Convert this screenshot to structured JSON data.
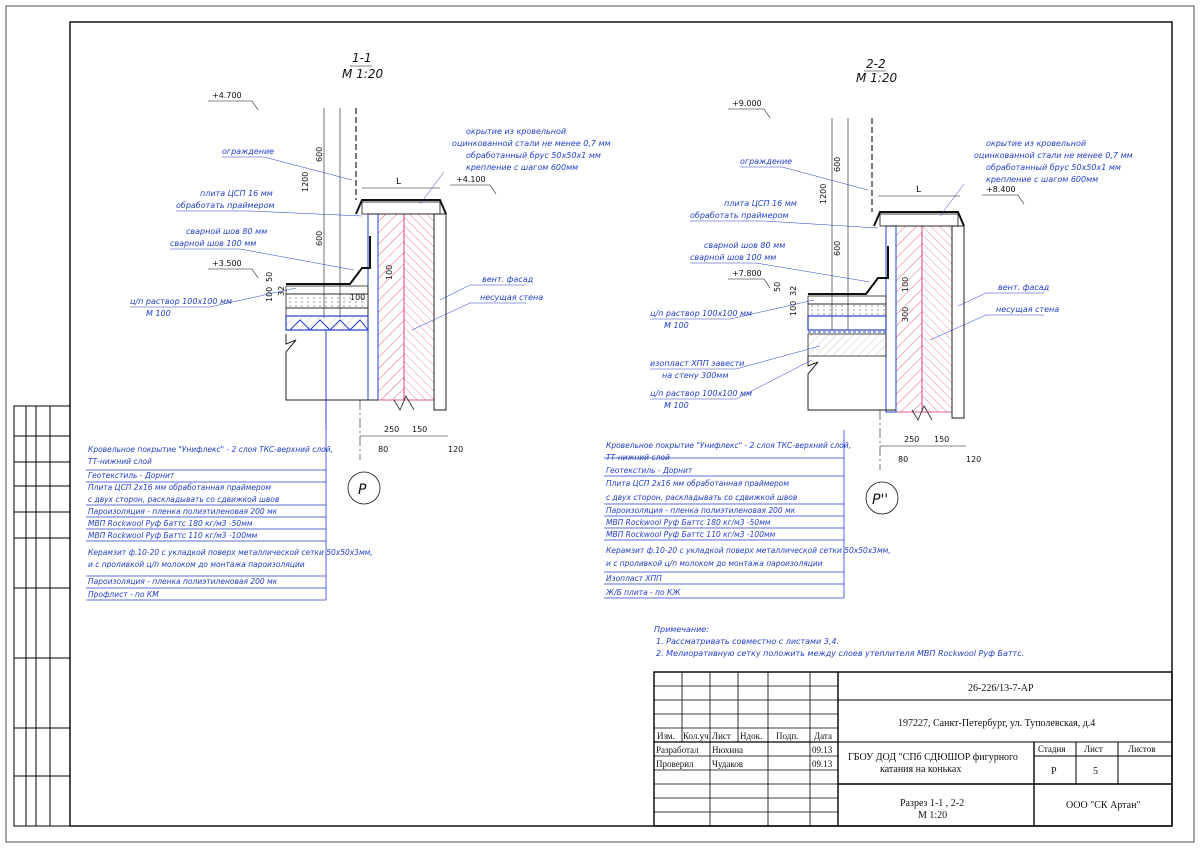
{
  "section1": {
    "title": "1-1",
    "scale": "М  1:20",
    "level_top": "+4.700",
    "level_parapet": "+4.100",
    "level_roof": "+3.500",
    "dims_vertical": [
      "600",
      "1200",
      "600",
      "50",
      "100",
      "32",
      "100"
    ],
    "dims_bottom": [
      "250",
      "150",
      "80",
      "120"
    ],
    "dim_L": "L",
    "dim_100": "100",
    "axis": "Р",
    "left_callouts": [
      "ограждение",
      "плита ЦСП 16 мм",
      "обработать праймером",
      "сварной шов 80 мм",
      "сварной шов 100 мм",
      "ц/п раствор 100х100 мм",
      "М 100"
    ],
    "right_callouts": [
      "окрытие из кровельной",
      "оцинкованной стали не менее 0,7 мм",
      "обработанный брус 50х50х1 мм",
      "крепление с шагом 600мм",
      "вент. фасад",
      "несущая стена"
    ],
    "layers": [
      "Кровельное покрытие \"Унифлекс\" - 2 слоя ТКС-верхний слой,",
      "ТТ-нижний слой",
      "Геотекстиль  -  Дорнит",
      "Плита ЦСП 2х16 мм обработанная праймером",
      "с двух сторон, раскладывать со сдвижкой швов",
      "Пароизоляция - пленка полиэтиленовая 200 мк",
      "МВП Rockwool Руф Баттс 180 кг/м3      -50мм",
      "МВП Rockwool Руф Баттс 110 кг/м3      -100мм",
      "Керамзит ф.10-20 с укладкой поверх металлической сетки 50х50х3мм,",
      "и с проливкой ц/п молоком до монтажа пароизоляции",
      "Пароизоляция - пленка полиэтиленовая 200 мк",
      "Профлист   -   по КМ"
    ]
  },
  "section2": {
    "title": "2-2",
    "scale": "М  1:20",
    "level_top": "+9.000",
    "level_parapet": "+8.400",
    "level_roof": "+7.800",
    "dims_vertical": [
      "600",
      "1200",
      "600",
      "50",
      "100",
      "32",
      "100",
      "300"
    ],
    "dims_bottom": [
      "250",
      "150",
      "80",
      "120"
    ],
    "dim_L": "L",
    "axis": "Р''",
    "left_callouts": [
      "ограждение",
      "плита ЦСП 16 мм",
      "обработать праймером",
      "сварной шов 80 мм",
      "сварной шов 100 мм",
      "ц/п раствор 100х100 мм",
      "М 100",
      "изопласт ХПП завести",
      "на стену 300мм",
      "ц/п раствор 100х100 мм",
      "М 100"
    ],
    "right_callouts": [
      "окрытие из кровельной",
      "оцинкованной стали не менее 0,7 мм",
      "обработанный брус 50х50х1 мм",
      "крепление с шагом 600мм",
      "вент. фасад",
      "несущая стена"
    ],
    "layers": [
      "Кровельное покрытие \"Унифлекс\" - 2 слоя ТКС-верхний слой,",
      "ТТ-нижний слой",
      "Геотекстиль  -  Дорнит",
      "Плита ЦСП 2х16 мм обработанная праймером",
      "с двух сторон, раскладывать со сдвижкой швов",
      "Пароизоляция - пленка полиэтиленовая 200 мк",
      "МВП Rockwool Руф Баттс 180 кг/м3      -50мм",
      "МВП Rockwool Руф Баттс 110 кг/м3      -100мм",
      "Керамзит ф.10-20 с укладкой поверх металлической сетки 50х50х3мм,",
      "и с проливкой ц/п молоком до монтажа пароизоляции",
      "Изопласт ХПП",
      "Ж/Б плита   -   по КЖ"
    ]
  },
  "notes": {
    "heading": "Примечание:",
    "items": [
      "1. Рассматривать совместно с листами 3,4.",
      "2. Мелиоративную сетку положить между слоев утеплителя МВП Rockwool Руф Баттс."
    ]
  },
  "stamp": {
    "code": "26-226/13-7-АР",
    "address": "197227, Санкт-Петербург, ул. Туполевская, д.4",
    "headers": [
      "Изм.",
      "Кол.уч.",
      "Лист",
      "Ндок.",
      "Подп.",
      "Дата"
    ],
    "row1": {
      "role": "Разработал",
      "name": "Нюхина",
      "date": "09.13"
    },
    "row2": {
      "role": "Проверил",
      "name": "Чудаков",
      "date": "09.13"
    },
    "object_line1": "ГБОУ ДОД \"СПб СДЮШОР фигурного",
    "object_line2": "катания на коньках",
    "stage_h": "Стадия",
    "sheet_h": "Лист",
    "sheets_h": "Листов",
    "stage": "Р",
    "sheet": "5",
    "title_line1": "Разрез 1-1 , 2-2",
    "title_line2": "М 1:20",
    "company": "ООО \"СК Артан\""
  }
}
